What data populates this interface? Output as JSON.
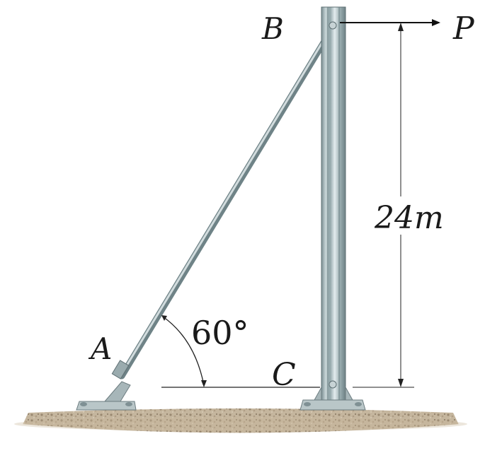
{
  "labels": {
    "point_b": "B",
    "point_a": "A",
    "point_c": "C",
    "force": "P",
    "height": "24m",
    "angle": "60°"
  }
}
